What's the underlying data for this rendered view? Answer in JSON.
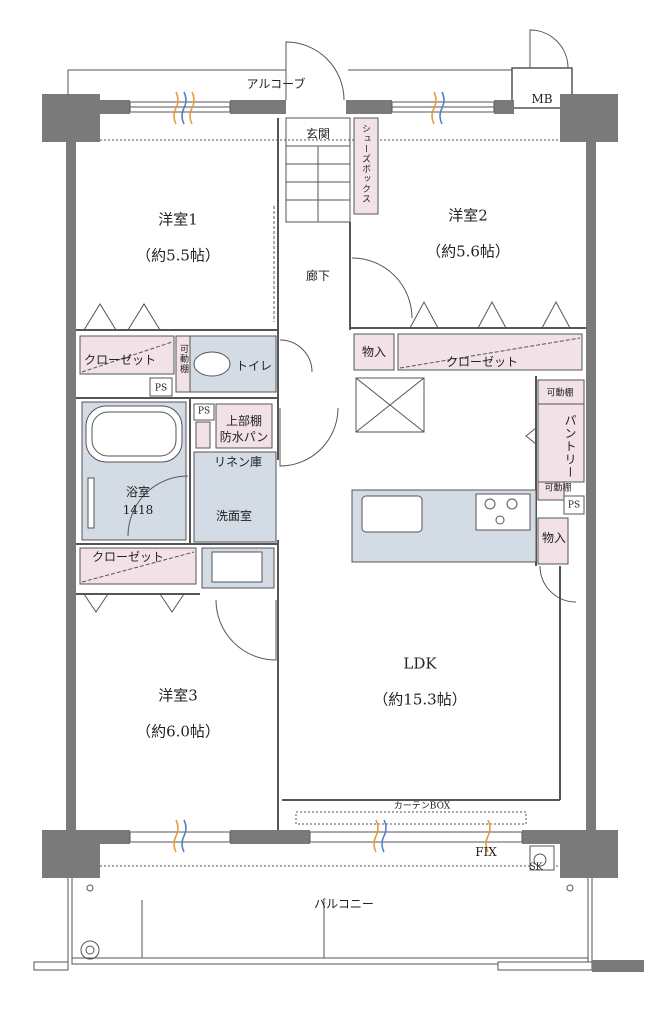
{
  "labels": {
    "alcove": "アルコーブ",
    "mb": "MB",
    "entrance": "玄関",
    "shoe_box": "シューズボックス",
    "room1_name": "洋室1",
    "room1_size": "（約5.5帖）",
    "room2_name": "洋室2",
    "room2_size": "（約5.6帖）",
    "hallway": "廊下",
    "closet1": "クローゼット",
    "ps1": "PS",
    "shelf": "可動棚",
    "toilet": "トイレ",
    "storage1": "物入",
    "closet2": "クローゼット",
    "ps2": "PS",
    "upper_shelf": "上部棚",
    "waterproof_pan": "防水パン",
    "linen": "リネン庫",
    "bath_name": "浴室",
    "bath_size": "1418",
    "washroom": "洗面室",
    "adj_shelf1": "可動棚",
    "pantry": "パントリー",
    "adj_shelf2": "可動棚",
    "ps3": "PS",
    "storage2": "物入",
    "closet3": "クローゼット",
    "ldk_name": "LDK",
    "ldk_size": "（約15.3帖）",
    "room3_name": "洋室3",
    "room3_size": "（約6.0帖）",
    "curtain_box": "カーテンBOX",
    "fix": "FIX",
    "sk": "SK",
    "balcony": "バルコニー"
  },
  "colors": {
    "wall": "#7a7a7a",
    "pink": "#f3e1e8",
    "blue": "#d3dbe4",
    "line": "#555555"
  }
}
